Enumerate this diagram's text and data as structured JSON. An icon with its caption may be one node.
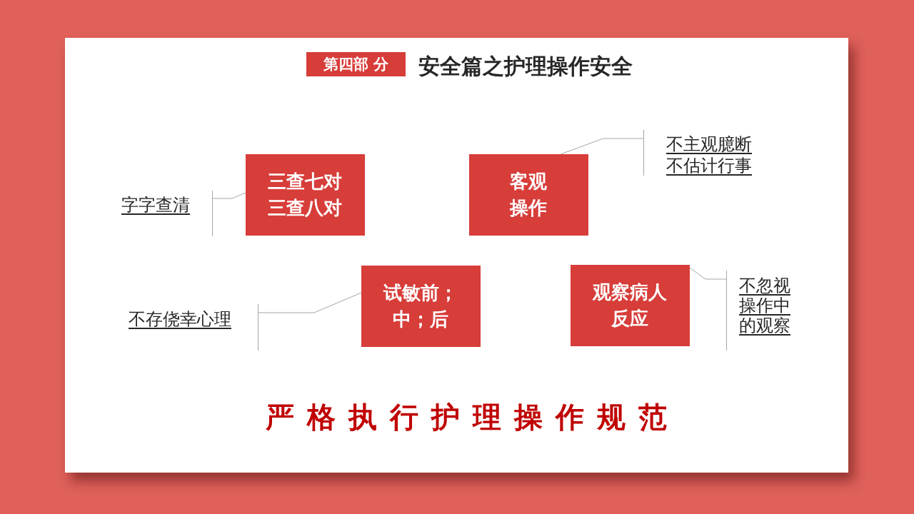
{
  "diagram": {
    "title": "安全篇之护理操作安全",
    "nodes": [
      {
        "text": [
          "第四部 分"
        ]
      },
      {
        "text": [
          "三查七对三查八对"
        ]
      },
      {
        "text": [
          "客观操作"
        ]
      },
      {
        "text": [
          "试敏前；中；后"
        ]
      },
      {
        "text": [
          "观察病人反应"
        ]
      },
      {
        "text": [
          "字字查清"
        ]
      },
      {
        "text": [
          "不主观臆断不估计行事"
        ]
      },
      {
        "text": [
          "不存侥幸心理"
        ]
      },
      {
        "text": [
          "不忽视操作中的观察"
        ]
      }
    ],
    "edges": [
      {
        "from": 5,
        "to": 1,
        "arrow": "none"
      },
      {
        "from": 6,
        "to": 2,
        "arrow": "none"
      },
      {
        "from": 7,
        "to": 3,
        "arrow": "none"
      },
      {
        "from": 8,
        "to": 4,
        "arrow": "none"
      }
    ],
    "labels": [
      "严格执行护理操作规范"
    ]
  }
}
